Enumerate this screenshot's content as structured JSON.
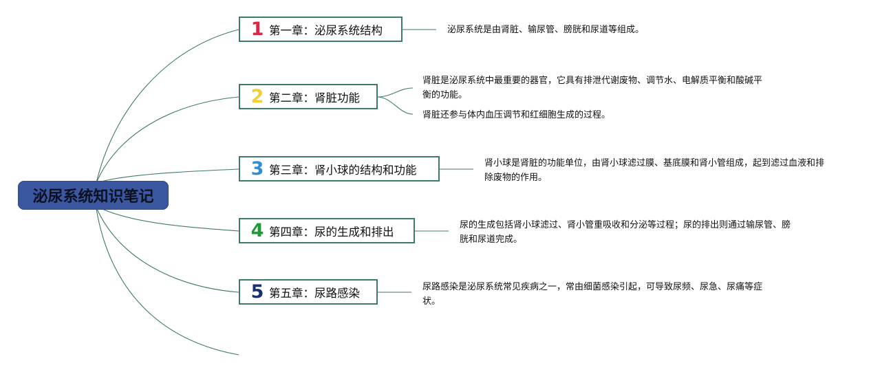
{
  "root": {
    "title": "泌尿系统知识笔记"
  },
  "chapters": [
    {
      "number": "1",
      "color": "#d42a45",
      "label": "第一章：泌尿系统结构",
      "notes": [
        "泌尿系统是由肾脏、输尿管、膀胱和尿道等组成。"
      ]
    },
    {
      "number": "2",
      "color": "#f1cf3c",
      "label": "第二章：肾脏功能",
      "notes": [
        "肾脏是泌尿系统中最重要的器官，它具有排泄代谢废物、调节水、电解质平衡和酸碱平衡的功能。",
        "肾脏还参与体内血压调节和红细胞生成的过程。"
      ]
    },
    {
      "number": "3",
      "color": "#2f8fd0",
      "label": "第三章：肾小球的结构和功能",
      "notes": [
        "肾小球是肾脏的功能单位，由肾小球滤过膜、基底膜和肾小管组成，起到滤过血液和排除废物的作用。"
      ]
    },
    {
      "number": "4",
      "color": "#1e9a3a",
      "label": "第四章：尿的生成和排出",
      "notes": [
        "尿的生成包括肾小球滤过、肾小管重吸收和分泌等过程；尿的排出则通过输尿管、膀胱和尿道完成。"
      ]
    },
    {
      "number": "5",
      "color": "#1c2f6e",
      "label": "第五章：尿路感染",
      "notes": [
        "尿路感染是泌尿系统常见疾病之一，常由细菌感染引起，可导致尿频、尿急、尿痛等症状。"
      ]
    }
  ]
}
